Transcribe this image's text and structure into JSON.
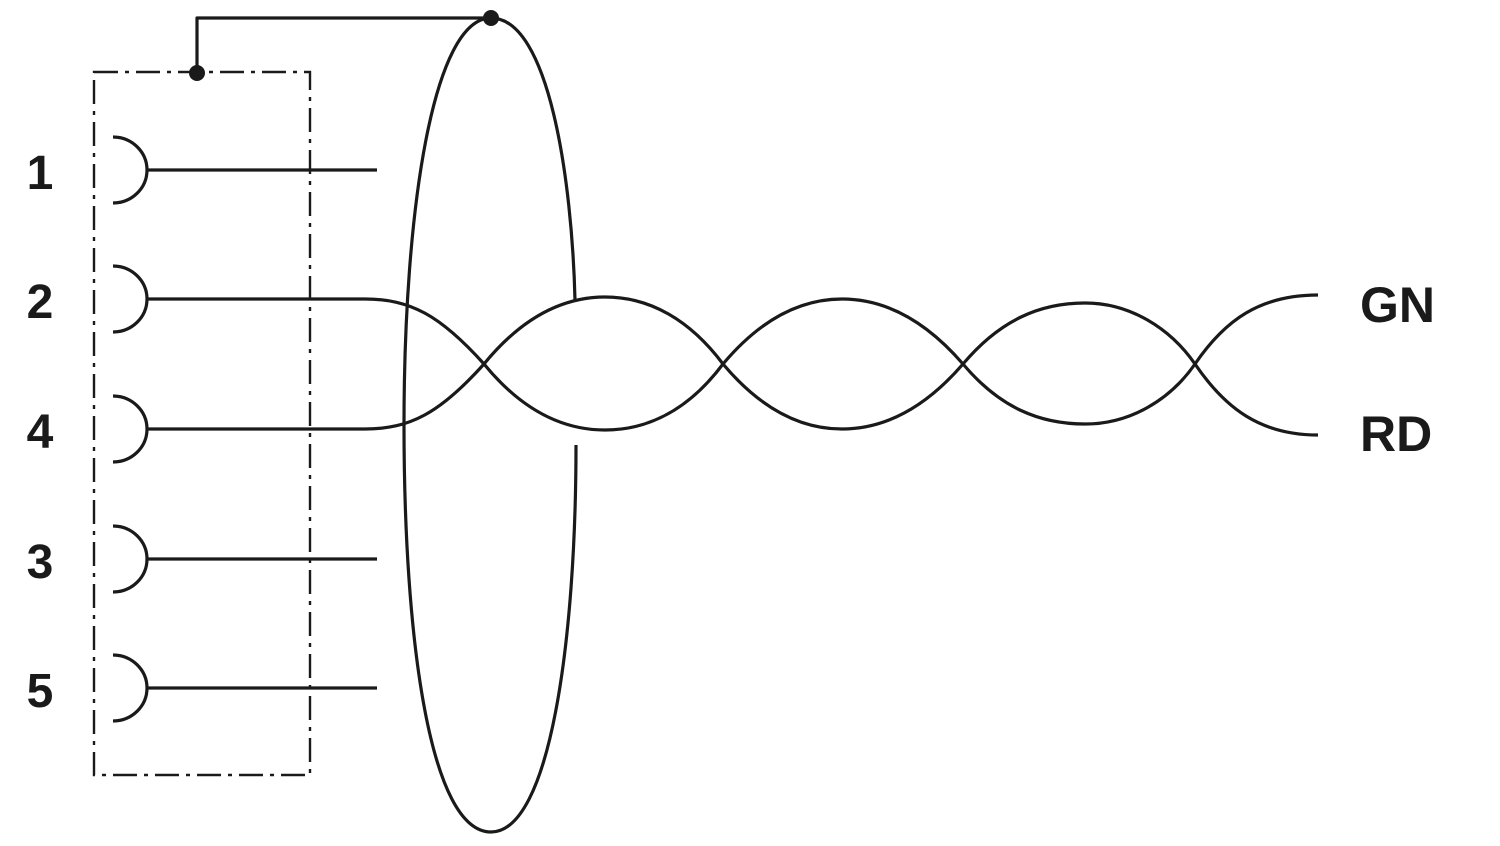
{
  "pins": [
    {
      "label": "1"
    },
    {
      "label": "2"
    },
    {
      "label": "4"
    },
    {
      "label": "3"
    },
    {
      "label": "5"
    }
  ],
  "wires": [
    {
      "label": "GN"
    },
    {
      "label": "RD"
    }
  ],
  "colors": {
    "stroke": "#1a1a1a",
    "background": "#ffffff"
  }
}
